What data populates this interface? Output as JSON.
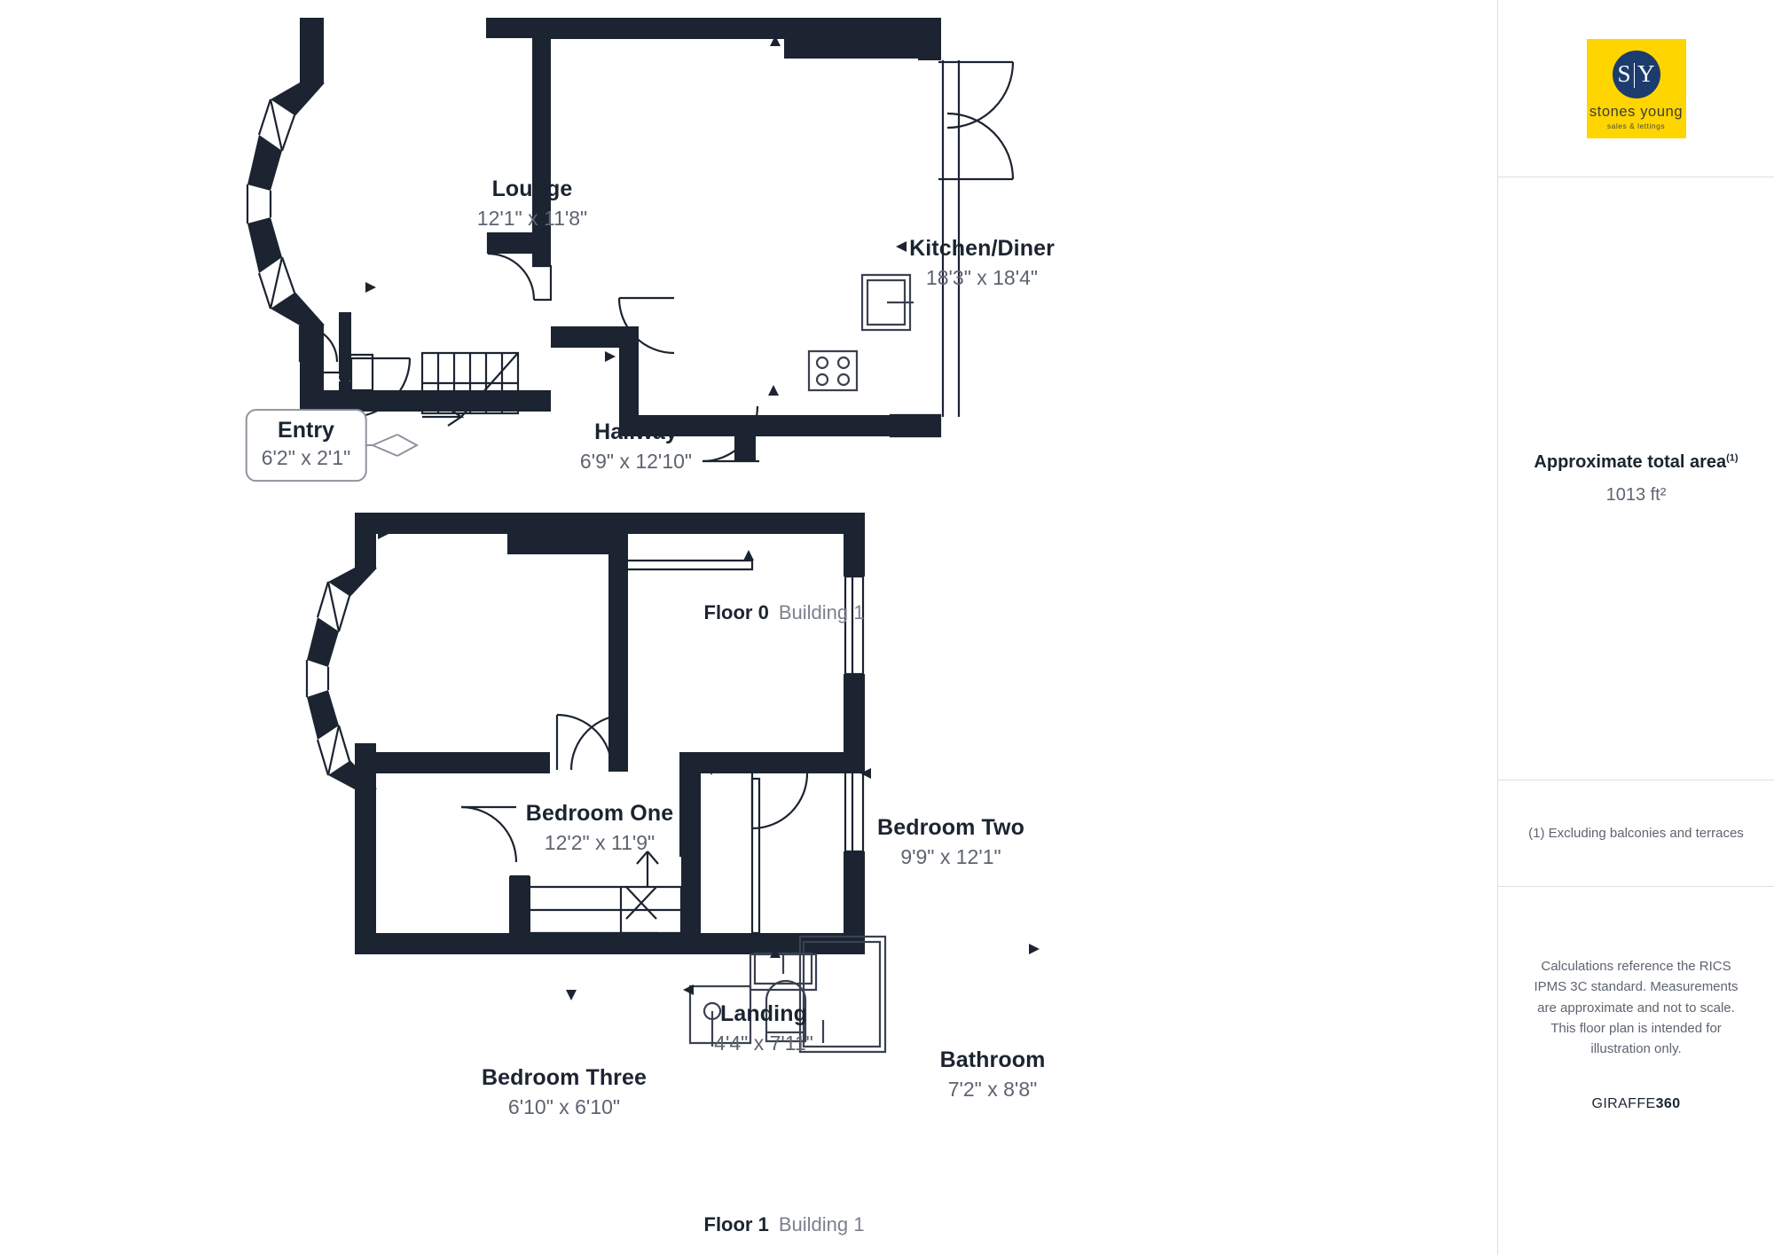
{
  "sidebar": {
    "logo": {
      "monogram_left": "S",
      "monogram_right": "Y",
      "name": "stones young",
      "tagline": "sales & lettings"
    },
    "area": {
      "title": "Approximate total area",
      "title_superscript": "(1)",
      "value": "1013 ft²"
    },
    "footnote": "(1) Excluding balconies and terraces",
    "disclaimer": "Calculations reference the RICS IPMS 3C standard. Measurements are approximate and not to scale. This floor plan is intended for illustration only.",
    "brand": {
      "prefix": "GIRAFFE",
      "suffix": "360"
    }
  },
  "floors": [
    {
      "caption_floor": "Floor 0",
      "caption_building": "Building 1",
      "rooms": [
        {
          "name": "Lounge",
          "dimensions": "12'1\" x 11'8\""
        },
        {
          "name": "Kitchen/Diner",
          "dimensions": "18'3\" x 18'4\""
        },
        {
          "name": "Hallway",
          "dimensions": "6'9\" x 12'10\""
        },
        {
          "name": "Entry",
          "dimensions": "6'2\" x 2'1\""
        }
      ]
    },
    {
      "caption_floor": "Floor 1",
      "caption_building": "Building 1",
      "rooms": [
        {
          "name": "Bedroom One",
          "dimensions": "12'2\" x 11'9\""
        },
        {
          "name": "Bedroom Two",
          "dimensions": "9'9\" x 12'1\""
        },
        {
          "name": "Bedroom Three",
          "dimensions": "6'10\" x 6'10\""
        },
        {
          "name": "Landing",
          "dimensions": "4'4\" x 7'11\""
        },
        {
          "name": "Bathroom",
          "dimensions": "7'2\" x 8'8\""
        }
      ]
    }
  ],
  "colors": {
    "wall": "#1b2430",
    "brand_yellow": "#ffd500",
    "brand_navy": "#1d3c6e",
    "text_muted": "#5d6470"
  }
}
